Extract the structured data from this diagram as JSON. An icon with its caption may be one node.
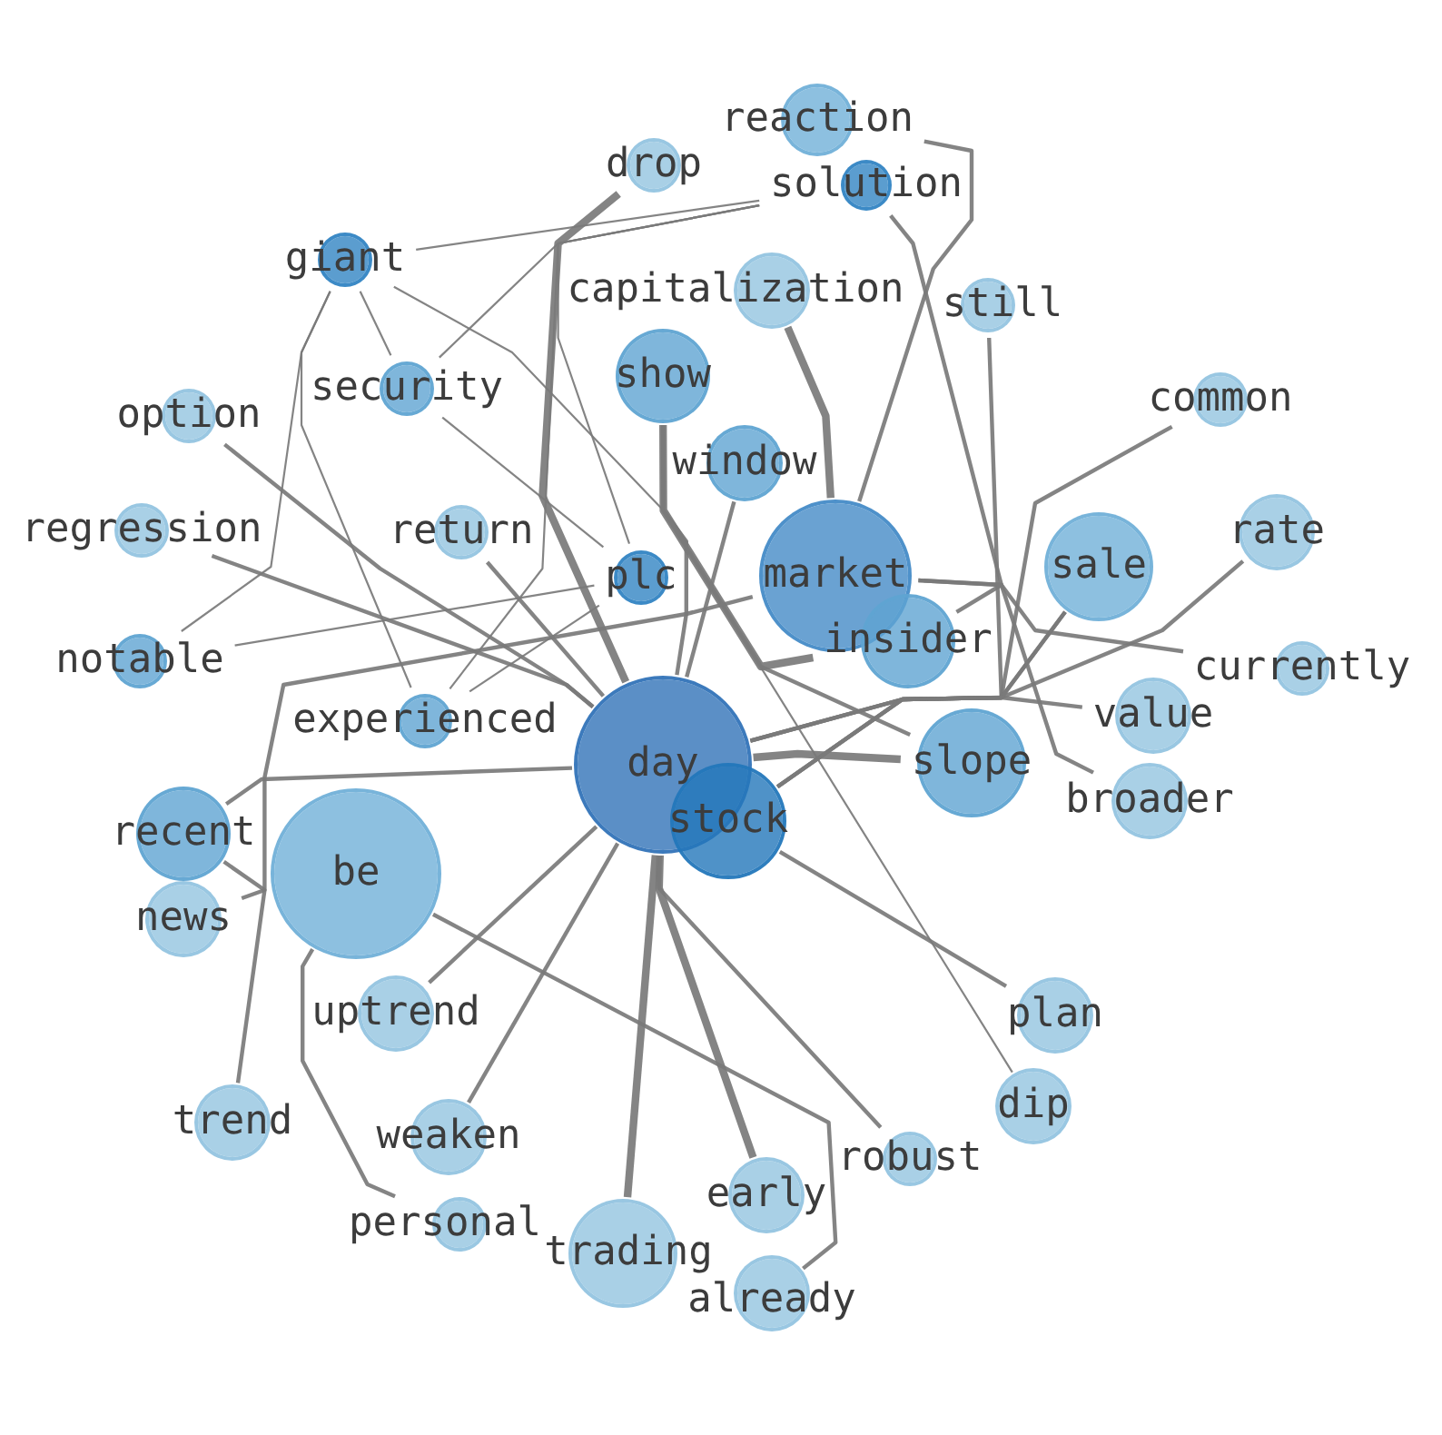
{
  "diagram": {
    "nodes": [
      {
        "text": [
          "reaction"
        ]
      },
      {
        "text": [
          "drop"
        ]
      },
      {
        "text": [
          "solution"
        ]
      },
      {
        "text": [
          "giant"
        ]
      },
      {
        "text": [
          "capitalization"
        ]
      },
      {
        "text": [
          "still"
        ]
      },
      {
        "text": [
          "show"
        ]
      },
      {
        "text": [
          "security"
        ]
      },
      {
        "text": [
          "common"
        ]
      },
      {
        "text": [
          "option"
        ]
      },
      {
        "text": [
          "window"
        ]
      },
      {
        "text": [
          "regression"
        ]
      },
      {
        "text": [
          "return"
        ]
      },
      {
        "text": [
          "rate"
        ]
      },
      {
        "text": [
          "sale"
        ]
      },
      {
        "text": [
          "market"
        ]
      },
      {
        "text": [
          "plc"
        ]
      },
      {
        "text": [
          "insider"
        ]
      },
      {
        "text": [
          "notable"
        ]
      },
      {
        "text": [
          "currently"
        ]
      },
      {
        "text": [
          "value"
        ]
      },
      {
        "text": [
          "experienced"
        ]
      },
      {
        "text": [
          "slope"
        ]
      },
      {
        "text": [
          "day"
        ]
      },
      {
        "text": [
          "broader"
        ]
      },
      {
        "text": [
          "stock"
        ]
      },
      {
        "text": [
          "recent"
        ]
      },
      {
        "text": [
          "be"
        ]
      },
      {
        "text": [
          "news"
        ]
      },
      {
        "text": [
          "uptrend"
        ]
      },
      {
        "text": [
          "plan"
        ]
      },
      {
        "text": [
          "dip"
        ]
      },
      {
        "text": [
          "trend"
        ]
      },
      {
        "text": [
          "weaken"
        ]
      },
      {
        "text": [
          "robust"
        ]
      },
      {
        "text": [
          "early"
        ]
      },
      {
        "text": [
          "personal"
        ]
      },
      {
        "text": [
          "trading"
        ]
      },
      {
        "text": [
          "already"
        ]
      }
    ],
    "edges": [
      {
        "from": 2,
        "to": 3,
        "arrow": "none"
      },
      {
        "from": 3,
        "to": 7,
        "arrow": "none"
      },
      {
        "from": 3,
        "to": 18,
        "arrow": "none"
      },
      {
        "from": 3,
        "to": 21,
        "arrow": "none"
      },
      {
        "from": 3,
        "to": 31,
        "arrow": "none"
      },
      {
        "from": 2,
        "to": 7,
        "arrow": "none"
      },
      {
        "from": 2,
        "to": 21,
        "arrow": "none"
      },
      {
        "from": 2,
        "to": 16,
        "arrow": "none"
      },
      {
        "from": 7,
        "to": 16,
        "arrow": "none"
      },
      {
        "from": 18,
        "to": 16,
        "arrow": "none"
      },
      {
        "from": 21,
        "to": 16,
        "arrow": "none"
      },
      {
        "from": 1,
        "to": 23,
        "arrow": "none",
        "style": "thick"
      },
      {
        "from": 6,
        "to": 23,
        "arrow": "none"
      },
      {
        "from": 0,
        "to": 15,
        "arrow": "none"
      },
      {
        "from": 2,
        "to": 17,
        "arrow": "none"
      },
      {
        "from": 4,
        "to": 15,
        "arrow": "none",
        "style": "thick"
      },
      {
        "from": 5,
        "to": 23,
        "arrow": "none"
      },
      {
        "from": 6,
        "to": 17,
        "arrow": "none",
        "style": "thick"
      },
      {
        "from": 6,
        "to": 22,
        "arrow": "none"
      },
      {
        "from": 8,
        "to": 25,
        "arrow": "none"
      },
      {
        "from": 9,
        "to": 23,
        "arrow": "none"
      },
      {
        "from": 10,
        "to": 23,
        "arrow": "none"
      },
      {
        "from": 11,
        "to": 23,
        "arrow": "none"
      },
      {
        "from": 12,
        "to": 23,
        "arrow": "none"
      },
      {
        "from": 13,
        "to": 23,
        "arrow": "none"
      },
      {
        "from": 14,
        "to": 23,
        "arrow": "none"
      },
      {
        "from": 14,
        "to": 25,
        "arrow": "none"
      },
      {
        "from": 15,
        "to": 19,
        "arrow": "none"
      },
      {
        "from": 15,
        "to": 24,
        "arrow": "none"
      },
      {
        "from": 28,
        "to": 15,
        "arrow": "none"
      },
      {
        "from": 23,
        "to": 22,
        "arrow": "none",
        "style": "thick"
      },
      {
        "from": 25,
        "to": 20,
        "arrow": "none"
      },
      {
        "from": 26,
        "to": 23,
        "arrow": "none"
      },
      {
        "from": 26,
        "to": 32,
        "arrow": "none"
      },
      {
        "from": 27,
        "to": 36,
        "arrow": "none"
      },
      {
        "from": 27,
        "to": 38,
        "arrow": "none"
      },
      {
        "from": 23,
        "to": 29,
        "arrow": "none"
      },
      {
        "from": 23,
        "to": 33,
        "arrow": "none"
      },
      {
        "from": 23,
        "to": 35,
        "arrow": "none",
        "style": "thick"
      },
      {
        "from": 23,
        "to": 34,
        "arrow": "none"
      },
      {
        "from": 23,
        "to": 37,
        "arrow": "none",
        "style": "thick"
      },
      {
        "from": 25,
        "to": 30,
        "arrow": "none"
      }
    ]
  }
}
